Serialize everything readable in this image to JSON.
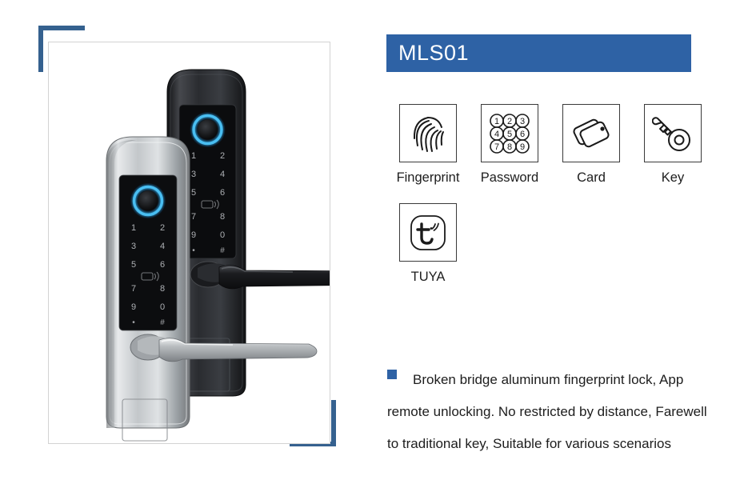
{
  "product": {
    "model_title": "MLS01",
    "title_bar_color": "#2e62a5",
    "accent_color": "#35618f"
  },
  "photo": {
    "alt_name": "smart-door-lock-pair",
    "description": "Two aluminum smart door locks, silver and black, with illuminated blue fingerprint rings, touch keypads and lever handles",
    "keypad_keys": [
      "1",
      "2",
      "3",
      "4",
      "5",
      "6",
      "7",
      "8",
      "9",
      "0",
      "*",
      "#"
    ],
    "silver_body_color": "#b9bcbe",
    "black_body_color": "#25272b",
    "ring_glow_color": "#2ea8e8"
  },
  "features": [
    {
      "icon": "fingerprint-icon",
      "label": "Fingerprint"
    },
    {
      "icon": "password-keypad-icon",
      "label": "Password"
    },
    {
      "icon": "card-icon",
      "label": "Card"
    },
    {
      "icon": "key-icon",
      "label": "Key"
    },
    {
      "icon": "tuya-icon",
      "label": "TUYA"
    }
  ],
  "password_icon_digits": [
    "1",
    "2",
    "3",
    "4",
    "5",
    "6",
    "7",
    "8",
    "9"
  ],
  "description": {
    "bullet_color": "#2e62a5",
    "line1": "Broken bridge aluminum fingerprint lock, App",
    "line2": "remote unlocking. No restricted by distance, Farewell",
    "line3": "to traditional key, Suitable for various scenarios"
  }
}
